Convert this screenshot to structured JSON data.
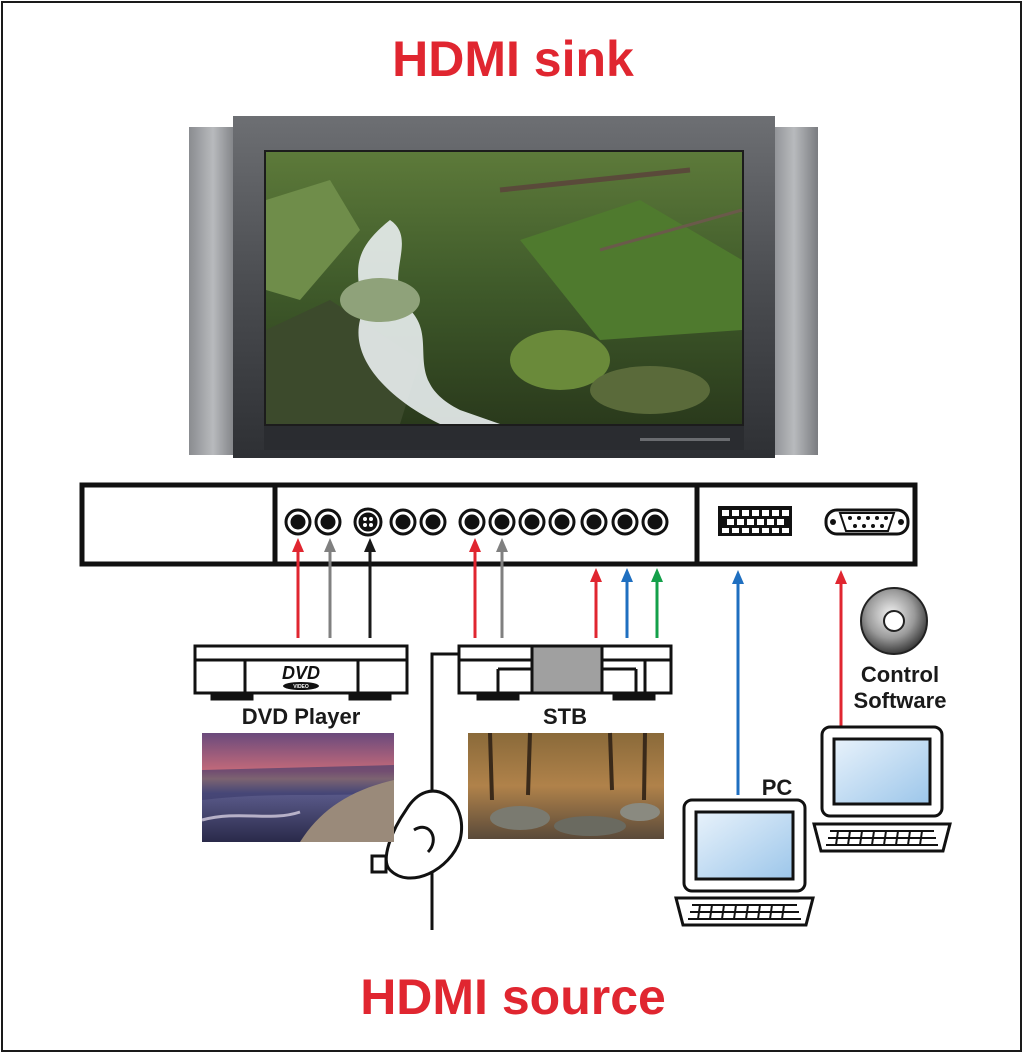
{
  "titles": {
    "sink": "HDMI sink",
    "source": "HDMI source"
  },
  "devices": {
    "dvd": {
      "label": "DVD Player",
      "logo": "DVD",
      "logo_sub": "VIDEO"
    },
    "stb": {
      "label": "STB"
    },
    "pc": {
      "label": "PC"
    },
    "control": {
      "label_line1": "Control",
      "label_line2": "Software"
    }
  },
  "colors": {
    "title": "#e02630",
    "red_link": "#e02630",
    "gray_link": "#808080",
    "black_link": "#1a1a1a",
    "blue_link": "#1f6fc0",
    "green_link": "#14a04a"
  },
  "icons": [
    "tv-icon",
    "dvd-player-icon",
    "stb-icon",
    "satellite-dish-icon",
    "laptop-icon",
    "cd-icon",
    "vga-port-icon",
    "serial-port-icon"
  ]
}
